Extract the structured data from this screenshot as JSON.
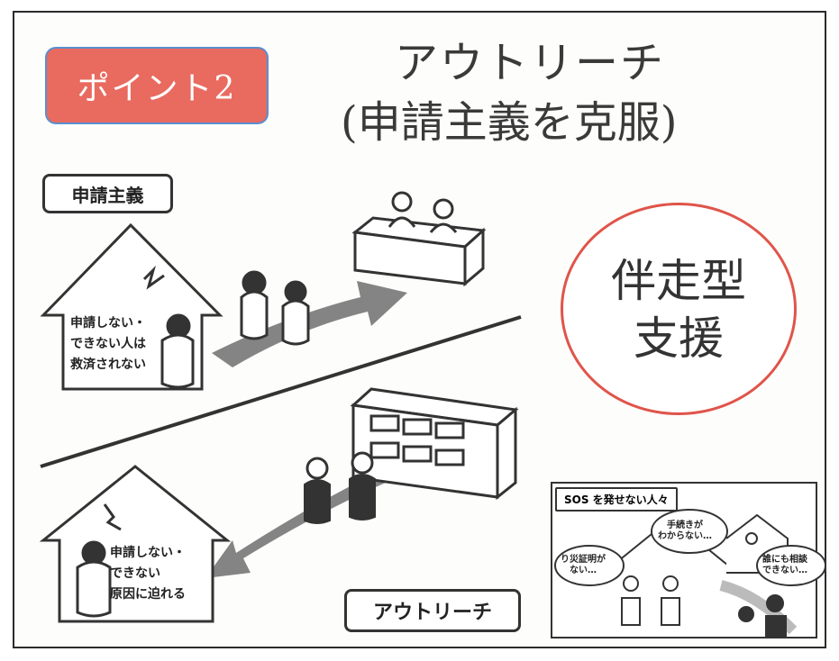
{
  "badge": "ポイント2",
  "title": [
    "アウトリーチ",
    "(申請主義を克服)"
  ],
  "labels": {
    "top": "申請主義",
    "bottom": "アウトリーチ"
  },
  "circle": [
    "伴走型",
    "支援"
  ],
  "house_top": [
    "申請しない・",
    "できない人は",
    "救済されない"
  ],
  "house_bottom": [
    "申請しない・",
    "できない",
    "原因に迫れる"
  ],
  "inset": {
    "title": "SOS を発せない人々",
    "bubbles": [
      "り災証明が\nない…",
      "手続きが\nわからない…",
      "誰にも相談\nできない…"
    ]
  },
  "colors": {
    "badge": "#e96a5f",
    "circle": "#e0544a",
    "arrow": "#7a7a7a"
  }
}
